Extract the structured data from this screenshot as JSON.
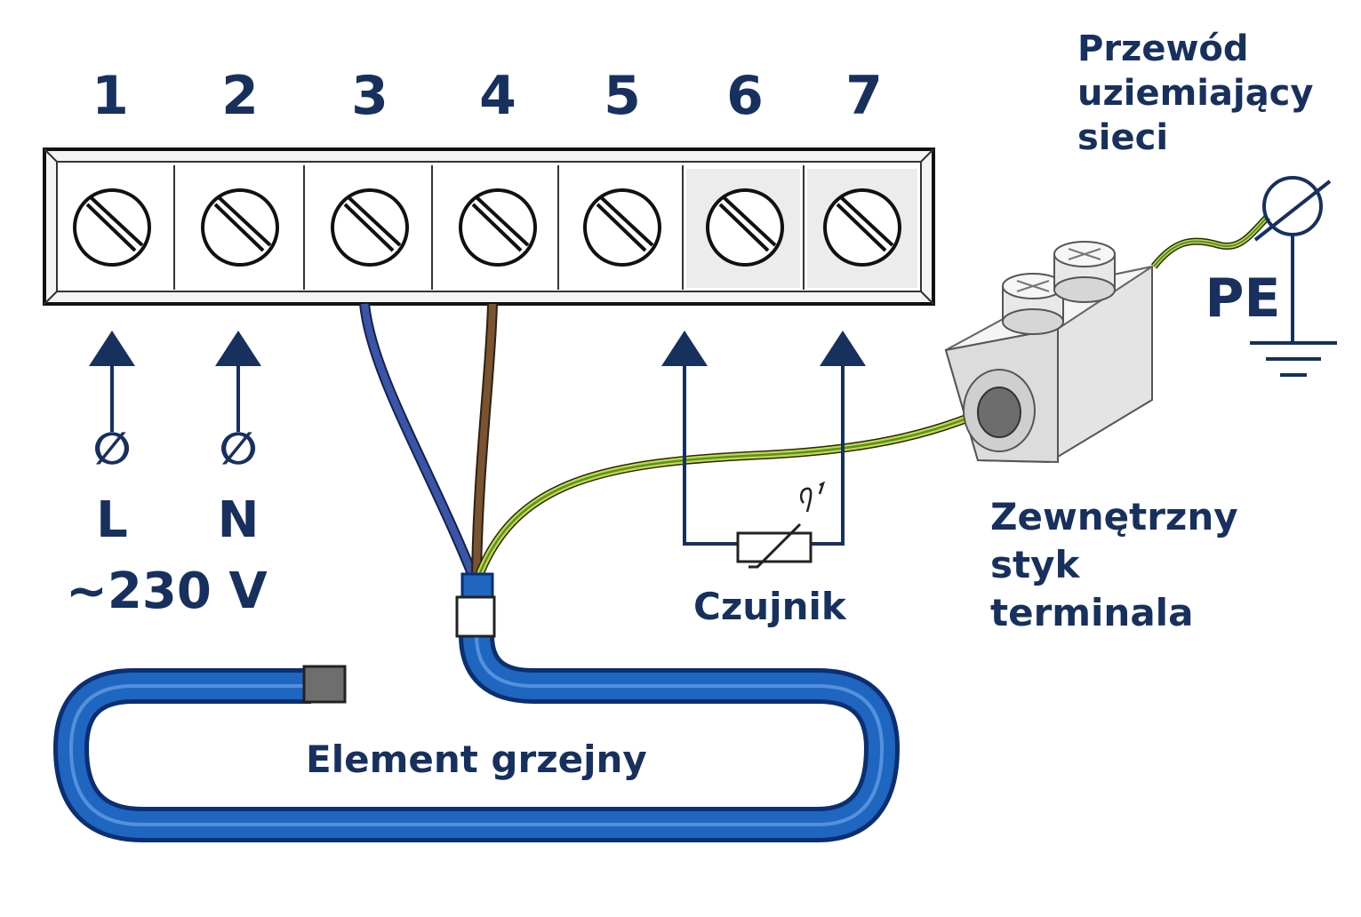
{
  "terminal_numbers": [
    "1",
    "2",
    "3",
    "4",
    "5",
    "6",
    "7"
  ],
  "supply": {
    "l_label": "L",
    "n_label": "N",
    "phase_symbol": "∅",
    "voltage": "~230 V"
  },
  "sensor": {
    "label": "Czujnik"
  },
  "external_terminal": {
    "lines": [
      "Zewnętrzny",
      "styk",
      "terminala"
    ]
  },
  "ground": {
    "label_lines": [
      "Przewód",
      "uziemiający",
      "sieci"
    ],
    "pe_label": "PE"
  },
  "heating_element": {
    "label": "Element grzejny"
  },
  "colors": {
    "ink": "#17305e",
    "wire_blue": "#3a55a8",
    "wire_brown": "#7a5330",
    "wire_yellow": "#d8d233",
    "wire_green": "#3f9a3c",
    "cable_blue": "#1e66c0",
    "cable_outline": "#0c2f72"
  }
}
